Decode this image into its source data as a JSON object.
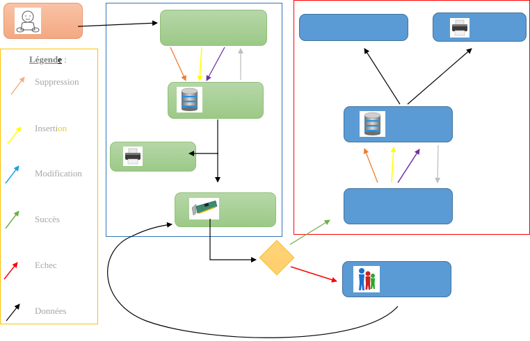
{
  "legend": {
    "title_part1": "Légend",
    "title_part2": "e",
    "title_colon": " :",
    "items": [
      {
        "label": "Suppression",
        "color": "#f4b183"
      },
      {
        "label_main": "Inserti",
        "label_hl": "on",
        "color": "#ffff00"
      },
      {
        "label": "Modification",
        "color": "#1ba1e2"
      },
      {
        "label": "Succès",
        "color": "#70ad47"
      },
      {
        "label": "Echec",
        "color": "#ff0000"
      },
      {
        "label": "Données",
        "color": "#000000"
      }
    ]
  },
  "nodes": {
    "user": {
      "icon": "baby-icon"
    },
    "client_app": {},
    "local_db": {
      "icon": "database-icon"
    },
    "local_printer": {
      "icon": "printer-icon"
    },
    "network_card": {
      "icon": "network-card-icon"
    },
    "decision": {
      "shape": "diamond"
    },
    "server_top_left": {},
    "server_printer": {
      "icon": "printer-icon"
    },
    "server_db": {
      "icon": "database-icon"
    },
    "server_app": {},
    "support_team": {
      "icon": "people-icon"
    }
  },
  "colors": {
    "client_group_border": "#2e75b6",
    "server_group_border": "#ff0000",
    "legend_border": "#ffc000",
    "green_node": "#a9d18e",
    "blue_node": "#5b9bd5",
    "user_node": "#f4b183",
    "decision": "#ffd966",
    "suppression": "#ed7d31",
    "insertion": "#ffff00",
    "modification": "#7030a0",
    "read": "#bfbfbf",
    "success": "#70ad47",
    "failure": "#ff0000",
    "data": "#000000"
  }
}
